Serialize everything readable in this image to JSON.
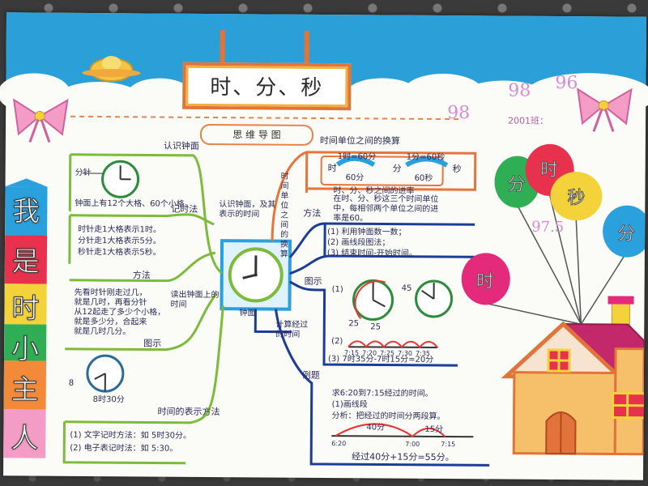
{
  "title": "时、分、秒",
  "subtitle": "思 维 导 图",
  "class_name": "2001班：",
  "scores": [
    "98",
    "98",
    "96"
  ],
  "score_extra": "97.5",
  "side_title": [
    "我",
    "是",
    "时",
    "小",
    "主",
    "人"
  ],
  "balloons": [
    "分",
    "时",
    "秒",
    "分",
    "时"
  ],
  "branches": {
    "recognize_face": {
      "heading": "认识钟面",
      "note": "分针",
      "desc": "钟面上有12个大格、60个小格。"
    },
    "rules": [
      "时针走1大格表示1时。",
      "分针走1大格表示5分。",
      "秒针走1大格表示5秒。"
    ],
    "method_heading": "方法",
    "method_text": [
      "先看时针刚走过几，",
      "就是几时，再看分针",
      "从12起走了多少个小格，",
      "就是多少分，合起来",
      "就是几时几分。"
    ],
    "read_time_heading": "记时法",
    "read_time_sub": "读出钟面上的时间",
    "example_heading": "图示",
    "example_label": "8时30分",
    "example_hour": "8",
    "notation_heading": "时间的表示方法",
    "notation_items": [
      "(1) 文字记时方法：如 5时30分。",
      "(2) 电子表记时法：如 5:30。"
    ],
    "center_note": "认识钟面，及其表示的时间",
    "center_label": "钟面",
    "center_bottom": "计算经过的时间",
    "unit_heading": "时间单位之间的换算",
    "unit_vertical": "时间单位之间的换算",
    "unit_top": [
      "1时=60分",
      "1分=60秒"
    ],
    "unit_mid": [
      "时",
      "分",
      "秒"
    ],
    "unit_arrows": [
      "60分",
      "60秒"
    ],
    "unit_desc": "时、分、秒之间的进率",
    "unit_note": "在时、分、秒这三个时间单位中，每相邻两个单位之间的进率是60。",
    "method2_heading": "方法",
    "method2_items": [
      "(1) 利用钟面数一数；",
      "(2) 画线段图法；",
      "(3) 结束时间-开始时间。"
    ],
    "diagram_heading": "图示",
    "diagram_items": [
      "(1)",
      "(2)"
    ],
    "clock_marks": [
      "25",
      "45",
      "25"
    ],
    "timeline_labels": [
      "7:15",
      "7:20",
      "7:25",
      "7:30",
      "7:35"
    ],
    "diagram_3": "(3) 7时35分-7时15分=20分",
    "example2_heading": "例题",
    "example2_text": "求6:20到7:15经过的时间。",
    "example2_check": "(1)画线段",
    "example2_note": "分析：把经过的时间分两段算。",
    "segment_labels": [
      "40分",
      "15分"
    ],
    "segment_ticks": [
      "6:20",
      "7:00",
      "7:15"
    ],
    "answer": "经过40分+15分=55分。"
  },
  "colors": {
    "sky": "#2a9fd8",
    "green_branch": "#7dbb3a",
    "blue_branch": "#1c3c9a",
    "orange_branch": "#e8743a",
    "title_border": "#e0743a"
  }
}
